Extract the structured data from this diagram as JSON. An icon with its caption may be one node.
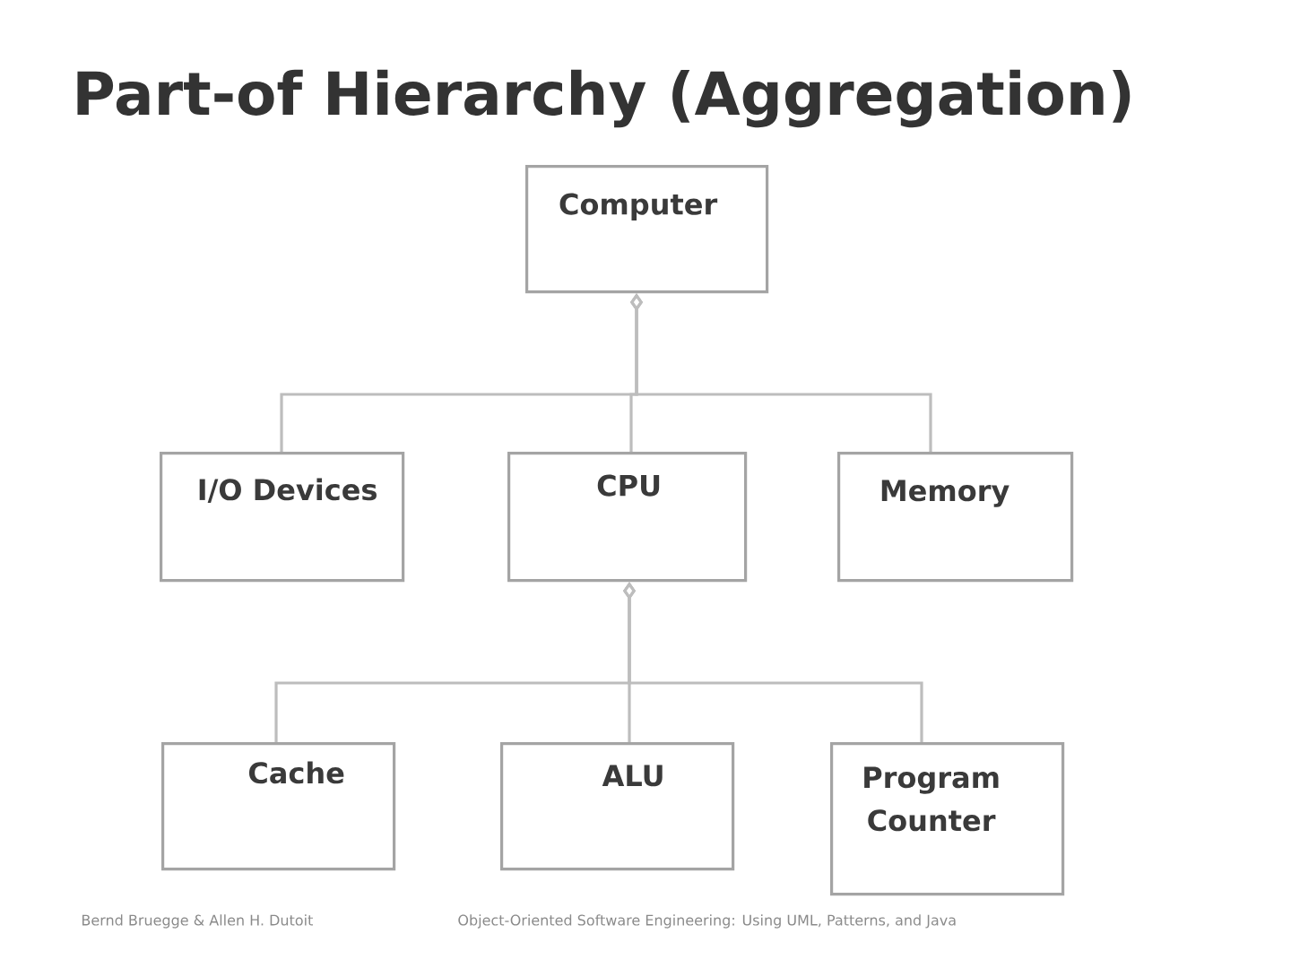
{
  "diagram": {
    "title": "Part-of Hierarchy (Aggregation)",
    "nodes": [
      {
        "text": [
          "Computer"
        ]
      },
      {
        "text": [
          "I/O Devices"
        ]
      },
      {
        "text": [
          "CPU"
        ]
      },
      {
        "text": [
          "Memory"
        ]
      },
      {
        "text": [
          "Cache"
        ]
      },
      {
        "text": [
          "ALU"
        ]
      },
      {
        "text": [
          "Program Counter"
        ]
      }
    ],
    "edges": [
      {
        "from": 1,
        "to": 0,
        "arrow": "other"
      },
      {
        "from": 2,
        "to": 0,
        "arrow": "other"
      },
      {
        "from": 3,
        "to": 0,
        "arrow": "other"
      },
      {
        "from": 4,
        "to": 2,
        "arrow": "other"
      },
      {
        "from": 5,
        "to": 2,
        "arrow": "other"
      },
      {
        "from": 6,
        "to": 2,
        "arrow": "other"
      }
    ],
    "labels": [
      "Bernd Bruegge & Allen H. Dutoit",
      "Object-Oriented Software Engineering: Using UML, Patterns, and Java"
    ]
  }
}
